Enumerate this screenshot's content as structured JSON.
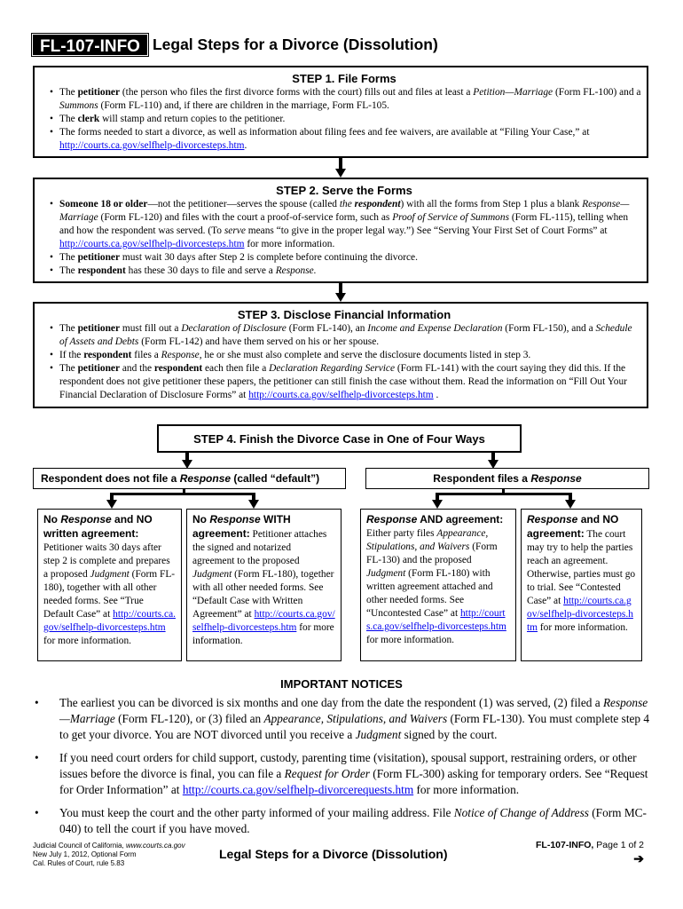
{
  "header": {
    "form_id": "FL-107-INFO",
    "title": "Legal Steps for a Divorce (Dissolution)"
  },
  "links": {
    "steps": "http://courts.ca.gov/selfhelp-divorcesteps.htm",
    "requests": "http://courts.ca.gov/selfhelp-divorcerequests.htm"
  },
  "step1": {
    "title": "STEP 1. File Forms",
    "b1": {
      "a": "The ",
      "b": "petitioner",
      "c": " (the person who files the first divorce forms with the court) fills out and files at least a ",
      "d": "Petition—Marriage",
      "e": " (Form FL-100) and a ",
      "f": "Summons",
      "g": " (Form FL-110) and, if there are children in the marriage, Form FL-105."
    },
    "b2": {
      "a": "The ",
      "b": "clerk",
      "c": " will stamp and return copies to the petitioner."
    },
    "b3": {
      "a": "The forms needed to start a divorce, as well as information about filing fees and fee waivers, are available at “Filing Your Case,” at ",
      "c": "."
    }
  },
  "step2": {
    "title": "STEP 2. Serve the Forms",
    "b1": {
      "a": "Someone 18 or older",
      "b": "—not the petitioner—serves the spouse (called ",
      "c": "the ",
      "d": "respondent",
      "e": ") with all the forms from Step 1 plus a blank ",
      "f": "Response—Marriage",
      "g": " (Form FL-120) and files with the court a proof-of-service form, such as ",
      "h": "Proof of Service of Summons",
      "i": " (Form FL-115), telling when and how the respondent was served. (To ",
      "j": "serve",
      "k": " means “to give in the proper legal way.”) See “Serving Your First Set of Court Forms” at ",
      "m": " for more information."
    },
    "b2": {
      "a": "The ",
      "b": "petitioner",
      "c": " must wait 30 days after Step 2 is complete before continuing the divorce."
    },
    "b3": {
      "a": "The ",
      "b": "respondent",
      "c": " has these 30 days to file and serve a ",
      "d": "Response.",
      "e": ""
    }
  },
  "step3": {
    "title": "STEP 3. Disclose Financial Information",
    "b1": {
      "a": "The ",
      "b": "petitioner",
      "c": " must fill out a ",
      "d": "Declaration of Disclosure",
      "e": " (Form FL-140), an ",
      "f": "Income and Expense Declaration",
      "g": " (Form FL-150), and a ",
      "h": "Schedule of Assets and Debts",
      "i": " (Form FL-142) and have them served on his or her spouse."
    },
    "b2": {
      "a": "If the ",
      "b": "respondent",
      "c": " files a ",
      "d": "Response",
      "e": ", he or she must also complete and serve the disclosure documents listed in step 3."
    },
    "b3": {
      "a": "The ",
      "b": "petitioner",
      "c": " and the ",
      "d": "respondent",
      "e": " each then file a ",
      "f": "Declaration Regarding Service",
      "g": " (Form FL-141) with the court saying they did this. If the respondent does not give petitioner these papers, the petitioner can still finish the case without them. Read the information on “Fill Out Your Financial Declaration of Disclosure Forms” at ",
      "i": " ."
    }
  },
  "step4": {
    "title": "STEP 4. Finish the Divorce Case in One of Four Ways"
  },
  "branches": {
    "left": {
      "a": "Respondent does not file a ",
      "b": "Response",
      "c": " (called “default”)"
    },
    "right": {
      "a": "Respondent files a ",
      "b": "Response"
    }
  },
  "cases": {
    "c1": {
      "h1": "No ",
      "h2": "Response",
      "h3": " and NO written agreement:",
      "t1": "Petitioner waits 30 days after step 2 is complete and prepares a proposed ",
      "t2": "Judgment",
      "t3": " (Form FL-180), together with all other needed forms. See “True Default Case” at ",
      "t4": " for more information."
    },
    "c2": {
      "h1": "No ",
      "h2": "Response",
      "h3": " WITH agreement:",
      "t1": " Petitioner attaches the signed and notarized agreement to the proposed ",
      "t2": "Judgment",
      "t3": " (Form FL-180), together with all other needed forms. See “Default Case with Written Agreement” at ",
      "t4": " for more information."
    },
    "c3": {
      "h1": "Response",
      "h2": " AND agreement:",
      "t1": "Either party files ",
      "t2": "Appearance, Stipulations, and Waivers",
      "t3": " (Form FL-130) and the proposed ",
      "t4": "Judgment",
      "t5": " (Form FL-180) with written agreement attached and other needed forms. See “Uncontested Case” at ",
      "t6": " for more information."
    },
    "c4": {
      "h1": "Response",
      "h2": " and NO agreement:",
      "t1": " The court may try to help the parties reach an agreement. Otherwise, parties must go to trial. See “Contested Case” at ",
      "t2": " for more information."
    }
  },
  "notices": {
    "title": "IMPORTANT NOTICES",
    "n1": {
      "a": "The earliest you can be divorced is six months and one day from the date the respondent (1) was served, (2) filed a ",
      "b": "Response—Marriage",
      "c": " (Form FL-120), or (3) filed an ",
      "d": "Appearance, Stipulations, and Waivers",
      "e": " (Form FL-130). You must complete step 4 to get your divorce. You are NOT divorced until you receive a ",
      "f": "Judgment",
      "g": " signed by the court."
    },
    "n2": {
      "a": "If you need court orders for child support, custody, parenting time (visitation), spousal support, restraining orders, or other issues before the divorce is final, you can file a ",
      "b": "Request for Order",
      "c": " (Form FL-300) asking for temporary orders. See “Request for Order Information” at ",
      "e": " for more information."
    },
    "n3": {
      "a": "You must keep the court and the other party informed of your mailing address. File ",
      "b": "Notice of Change of Address",
      "c": " (Form MC-040) to tell the court if you have moved."
    }
  },
  "footer": {
    "line1a": "Judicial Council of California, ",
    "line1b": "www.courts.ca.gov",
    "line2": "New July 1, 2012, Optional Form",
    "line3": "Cal. Rules of Court, rule 5.83",
    "center_title": "Legal Steps for a Divorce (Dissolution)",
    "form_id": "FL-107-INFO,",
    "page": " Page 1 of 2",
    "next": "➔"
  }
}
